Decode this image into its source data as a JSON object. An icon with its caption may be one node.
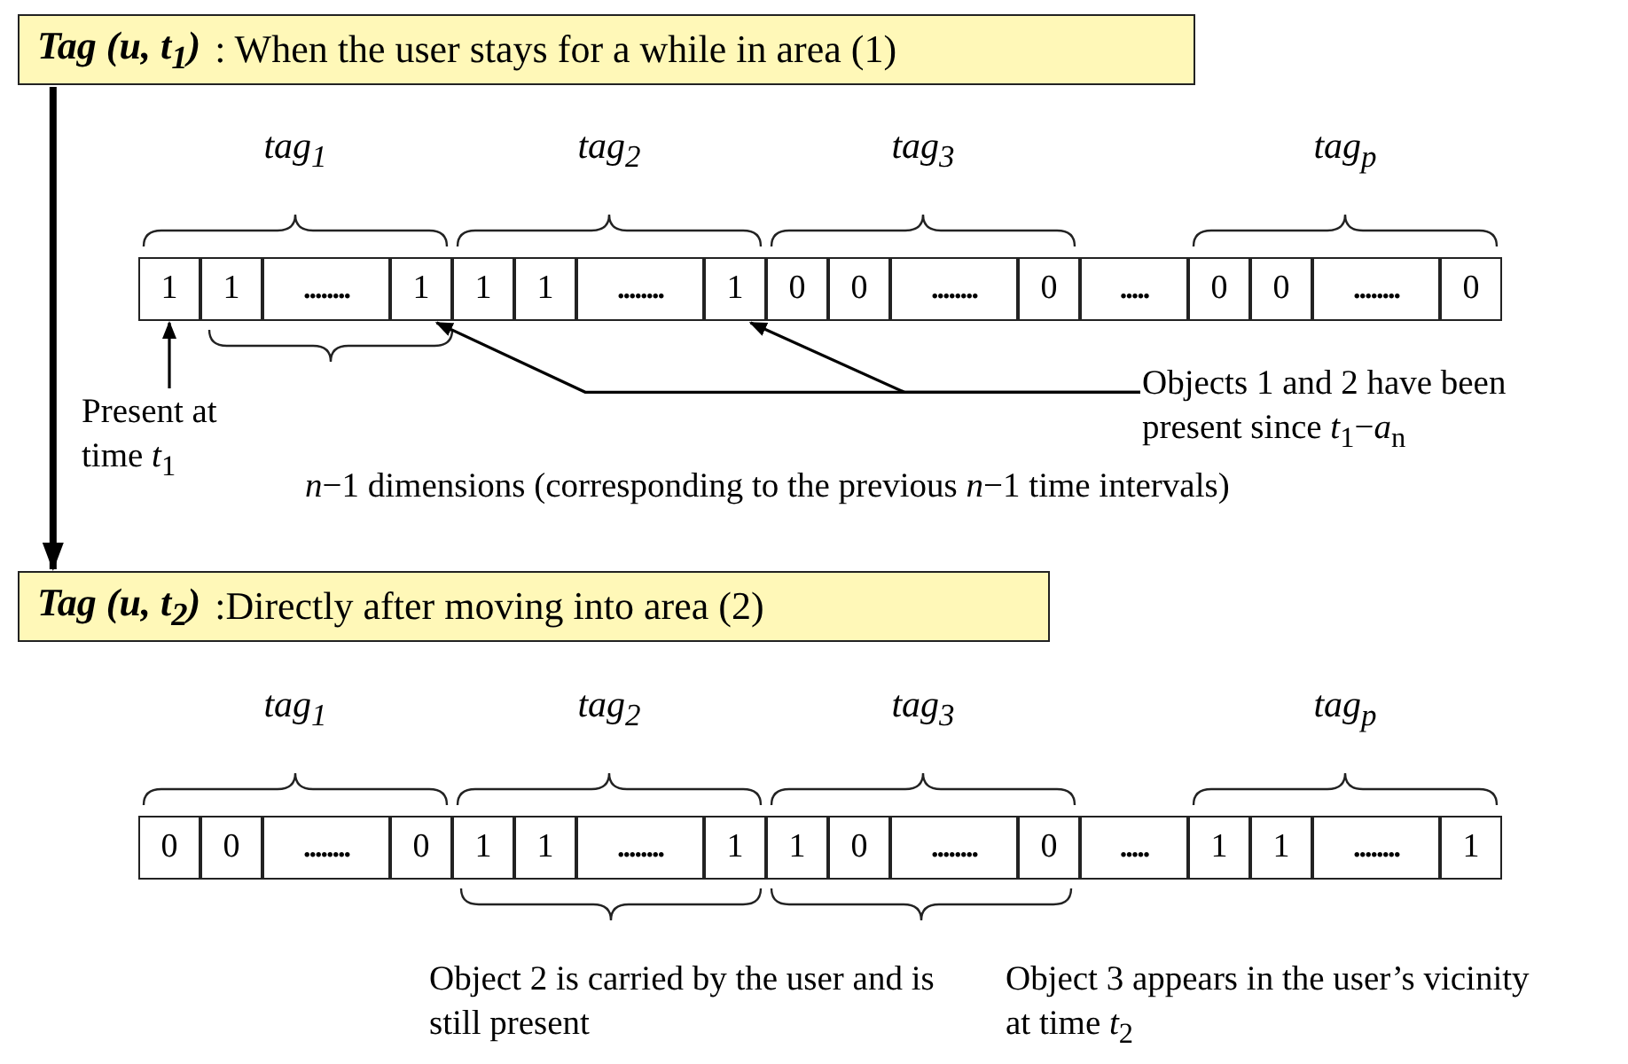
{
  "diagram": {
    "nodes": [
      {
        "text": [
          "Tag (u, t$_{1}$)",
          ": When the user stays for a while in area (1)"
        ]
      },
      {
        "text": [
          "1"
        ]
      },
      {
        "text": [
          "1"
        ]
      },
      {
        "text": [
          "........"
        ]
      },
      {
        "text": [
          "1"
        ]
      },
      {
        "text": [
          "1"
        ]
      },
      {
        "text": [
          "1"
        ]
      },
      {
        "text": [
          "........"
        ]
      },
      {
        "text": [
          "1"
        ]
      },
      {
        "text": [
          "0"
        ]
      },
      {
        "text": [
          "0"
        ]
      },
      {
        "text": [
          "........"
        ]
      },
      {
        "text": [
          "0"
        ]
      },
      {
        "text": [
          "....."
        ]
      },
      {
        "text": [
          "0"
        ]
      },
      {
        "text": [
          "0"
        ]
      },
      {
        "text": [
          "........"
        ]
      },
      {
        "text": [
          "0"
        ]
      },
      {
        "text": [
          "Present at time *t*$_{1}$"
        ]
      },
      {
        "text": [
          "Objects 1 and 2 have been present since *t*$_{1}$−*a*$_{n}$"
        ]
      },
      {
        "text": [
          "Tag (u, t$_{2}$)",
          ":Directly after moving into area (2)"
        ]
      },
      {
        "text": [
          "0"
        ]
      },
      {
        "text": [
          "0"
        ]
      },
      {
        "text": [
          "........"
        ]
      },
      {
        "text": [
          "0"
        ]
      },
      {
        "text": [
          "1"
        ]
      },
      {
        "text": [
          "1"
        ]
      },
      {
        "text": [
          "........"
        ]
      },
      {
        "text": [
          "1"
        ]
      },
      {
        "text": [
          "1"
        ]
      },
      {
        "text": [
          "0"
        ]
      },
      {
        "text": [
          "........"
        ]
      },
      {
        "text": [
          "0"
        ]
      },
      {
        "text": [
          "....."
        ]
      },
      {
        "text": [
          "1"
        ]
      },
      {
        "text": [
          "1"
        ]
      },
      {
        "text": [
          "........"
        ]
      },
      {
        "text": [
          "1"
        ]
      }
    ],
    "edges": [
      {
        "from": 18,
        "to": 1,
        "arrow": "to"
      },
      {
        "from": 19,
        "to": 4,
        "arrow": "to"
      },
      {
        "from": 19,
        "to": 8,
        "arrow": "to"
      },
      {
        "from": 0,
        "to": 20,
        "arrow": "to",
        "style": "thick"
      }
    ],
    "labels": [
      "tag$_{1}$",
      "tag$_{2}$",
      "tag$_{3}$",
      "tag$_{p}$",
      "*n*−1 dimensions (corresponding to the previous *n*−1 time intervals)",
      "tag$_{1}$",
      "tag$_{2}$",
      "tag$_{3}$",
      "tag$_{p}$",
      "Object 2 is carried by the user and is still present",
      "Object 3 appears in the user’s vicinity at time *t*$_{2}$"
    ]
  }
}
